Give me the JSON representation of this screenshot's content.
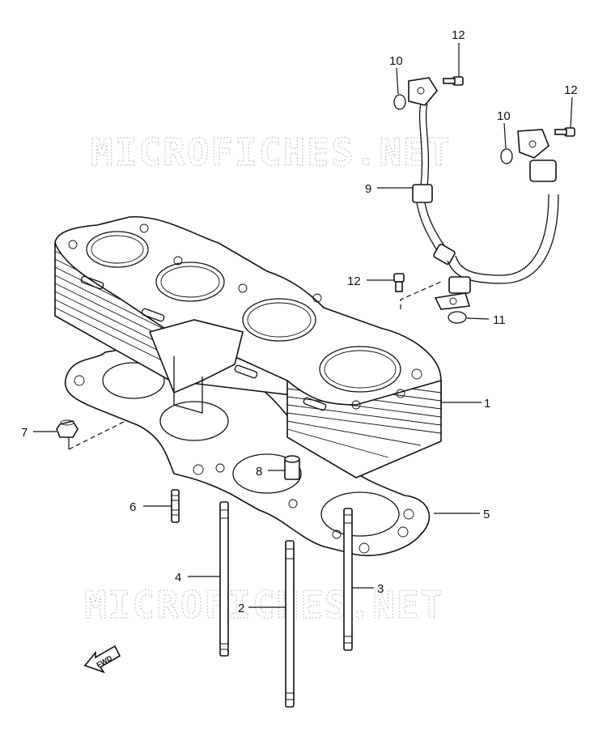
{
  "watermark": {
    "text": "MICROFICHES.NET"
  },
  "fwd_label": "FWD",
  "callouts": [
    {
      "id": "c1",
      "text": "1"
    },
    {
      "id": "c2",
      "text": "2"
    },
    {
      "id": "c3",
      "text": "3"
    },
    {
      "id": "c4",
      "text": "4"
    },
    {
      "id": "c5",
      "text": "5"
    },
    {
      "id": "c6",
      "text": "6"
    },
    {
      "id": "c7",
      "text": "7"
    },
    {
      "id": "c8",
      "text": "8"
    },
    {
      "id": "c9",
      "text": "9"
    },
    {
      "id": "c10a",
      "text": "10"
    },
    {
      "id": "c10b",
      "text": "10"
    },
    {
      "id": "c11",
      "text": "11"
    },
    {
      "id": "c12a",
      "text": "12"
    },
    {
      "id": "c12b",
      "text": "12"
    },
    {
      "id": "c12c",
      "text": "12"
    }
  ]
}
